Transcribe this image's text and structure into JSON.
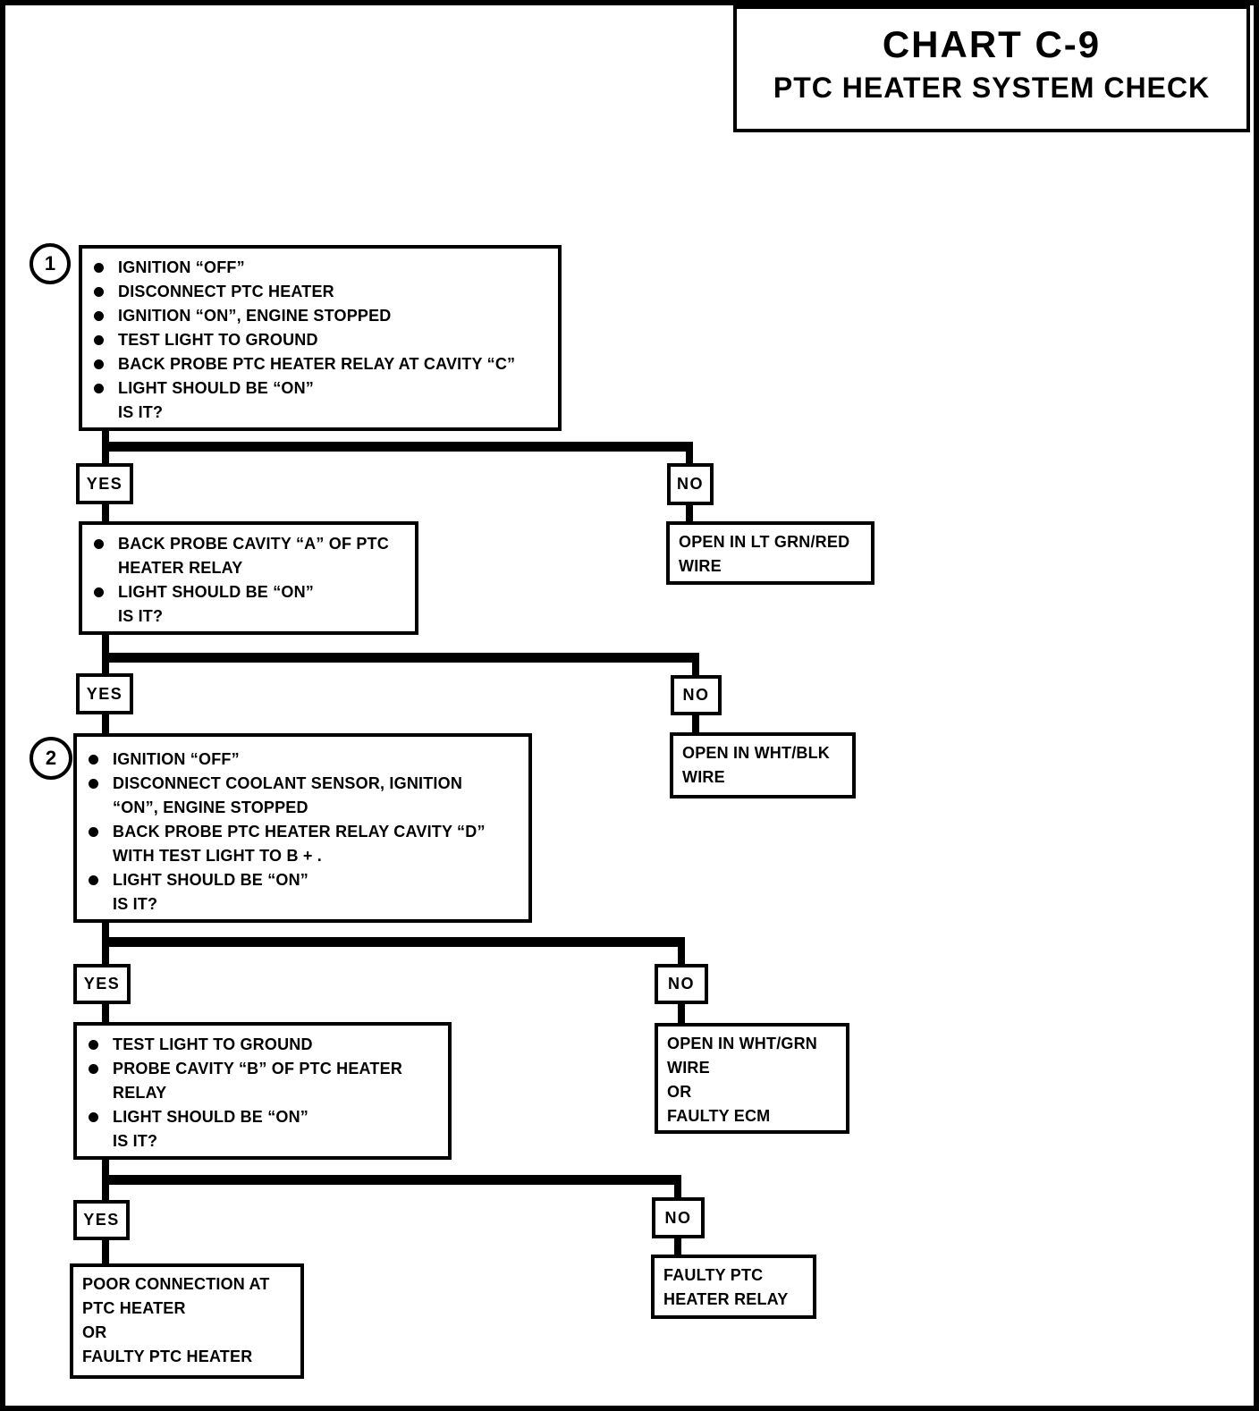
{
  "title": {
    "line1": "CHART C-9",
    "line2": "PTC HEATER SYSTEM CHECK"
  },
  "labels": {
    "yes": "YES",
    "no": "NO"
  },
  "badges": {
    "step1": "1",
    "step2": "2"
  },
  "steps": {
    "step1": {
      "items": [
        "IGNITION “OFF”",
        "DISCONNECT PTC HEATER",
        "IGNITION “ON”, ENGINE STOPPED",
        "TEST LIGHT TO GROUND",
        "BACK PROBE PTC HEATER RELAY AT CAVITY “C”",
        "LIGHT SHOULD BE “ON”\nIS IT?"
      ]
    },
    "step1a": {
      "items": [
        "BACK PROBE CAVITY “A” OF PTC\nHEATER RELAY",
        "LIGHT SHOULD BE “ON”\nIS IT?"
      ]
    },
    "step2": {
      "items": [
        "IGNITION “OFF”",
        "DISCONNECT COOLANT SENSOR, IGNITION\n“ON”, ENGINE STOPPED",
        "BACK PROBE PTC HEATER RELAY CAVITY “D”\nWITH TEST LIGHT TO B + .",
        "LIGHT SHOULD BE “ON”\nIS IT?"
      ]
    },
    "step2a": {
      "items": [
        "TEST LIGHT TO GROUND",
        "PROBE CAVITY “B” OF PTC HEATER\nRELAY",
        "LIGHT SHOULD BE “ON”\nIS IT?"
      ]
    }
  },
  "results": {
    "no1": "OPEN IN LT GRN/RED\nWIRE",
    "no2": "OPEN IN WHT/BLK\nWIRE",
    "no3": "OPEN IN WHT/GRN\nWIRE\nOR\nFAULTY ECM",
    "no4": "FAULTY PTC\nHEATER RELAY",
    "yes4": "POOR CONNECTION AT\nPTC HEATER\nOR\nFAULTY PTC HEATER"
  },
  "colors": {
    "ink": "#000000",
    "paper": "#ffffff"
  }
}
